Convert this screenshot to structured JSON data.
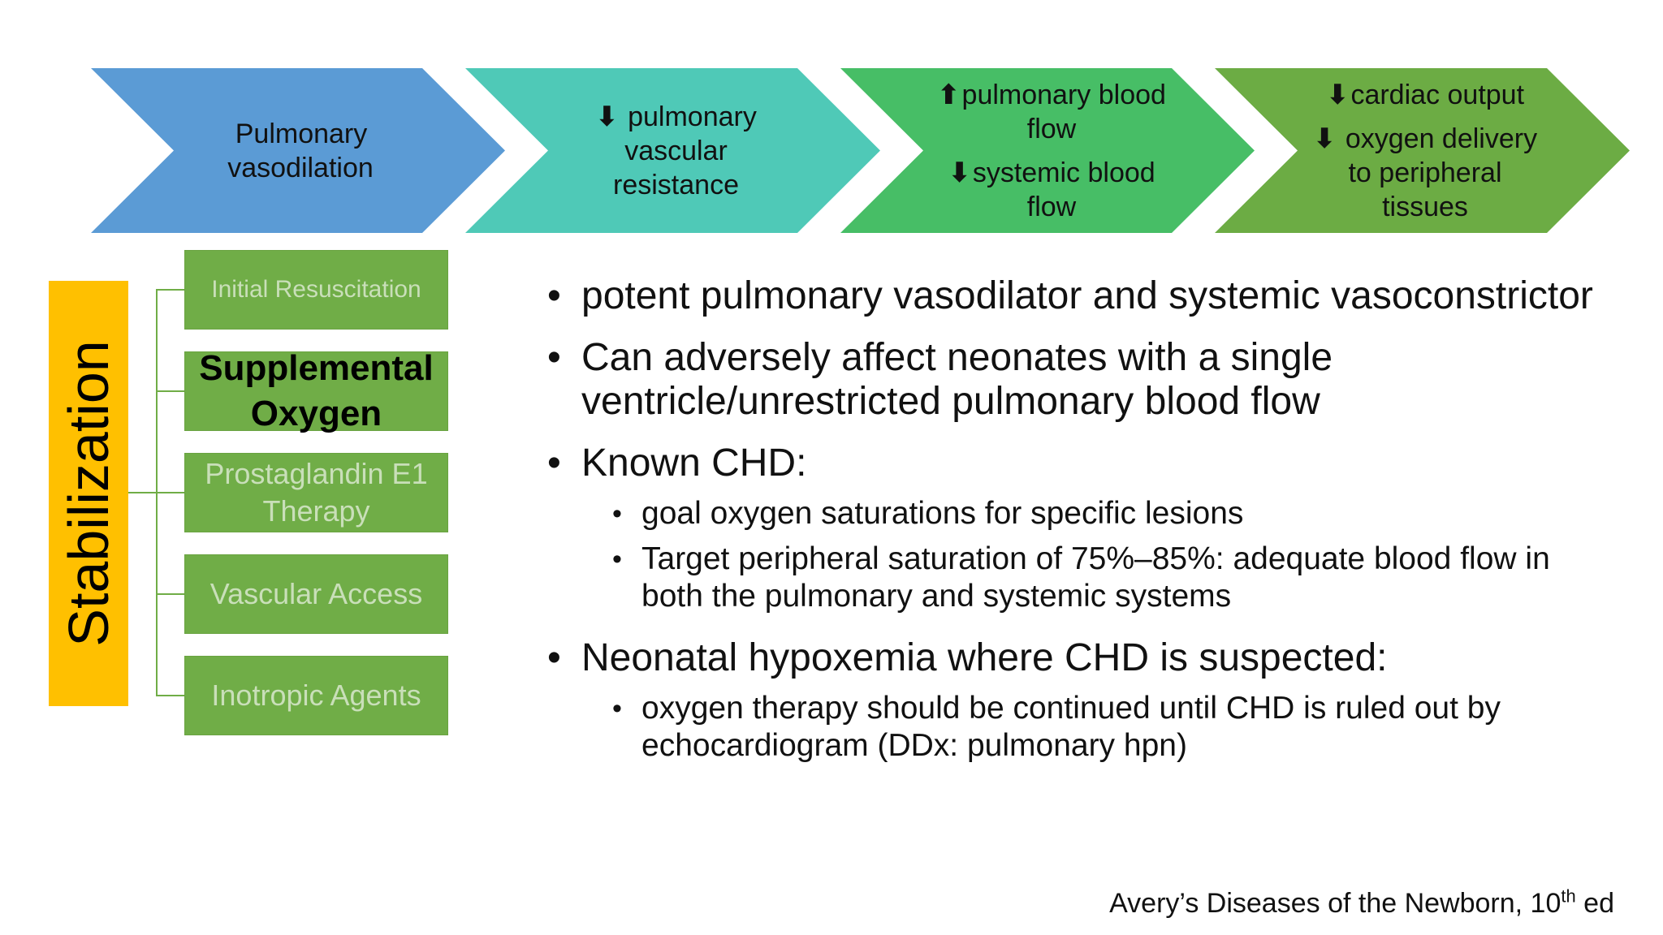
{
  "chevrons": [
    {
      "color": "#5b9bd5",
      "lines": [
        {
          "arrow": "",
          "text": "Pulmonary vasodilation"
        }
      ]
    },
    {
      "color": "#4fc9b7",
      "lines": [
        {
          "arrow": "⬇",
          "text": "pulmonary vascular resistance"
        }
      ]
    },
    {
      "color": "#47be66",
      "lines": [
        {
          "arrow": "⬆",
          "text": "pulmonary blood flow"
        },
        {
          "arrow": "⬇",
          "text": "systemic blood flow"
        }
      ]
    },
    {
      "color": "#6cac44",
      "lines": [
        {
          "arrow": "⬇",
          "text": "cardiac output"
        },
        {
          "arrow": "⬇",
          "text": "oxygen delivery to peripheral tissues"
        }
      ]
    }
  ],
  "stabilization": {
    "label": "Stabilization",
    "color": "#ffc000",
    "accent": "#70ad47",
    "items": [
      {
        "label": "Initial Resuscitation",
        "active": false
      },
      {
        "label": "Supplemental Oxygen",
        "active": true
      },
      {
        "label": "Prostaglandin E1 Therapy",
        "active": false
      },
      {
        "label": "Vascular Access",
        "active": false
      },
      {
        "label": "Inotropic Agents",
        "active": false
      }
    ]
  },
  "bullets": {
    "b1": "potent pulmonary vasodilator and systemic vasoconstrictor",
    "b2": "Can adversely affect neonates with a single ventricle/unrestricted pulmonary blood flow",
    "b3": "Known CHD:",
    "b3_sub1": "goal oxygen saturations for specific lesions",
    "b3_sub2": "Target peripheral saturation of 75%–85%: adequate blood flow in both the pulmonary and systemic systems",
    "b4": "Neonatal hypoxemia where CHD is suspected:",
    "b4_sub1": "oxygen therapy should be continued until CHD is ruled out by echocardiogram (DDx: pulmonary hpn)"
  },
  "citation": {
    "pre": "Avery’s Diseases of the Newborn, 10",
    "sup": "th",
    "post": " ed"
  }
}
